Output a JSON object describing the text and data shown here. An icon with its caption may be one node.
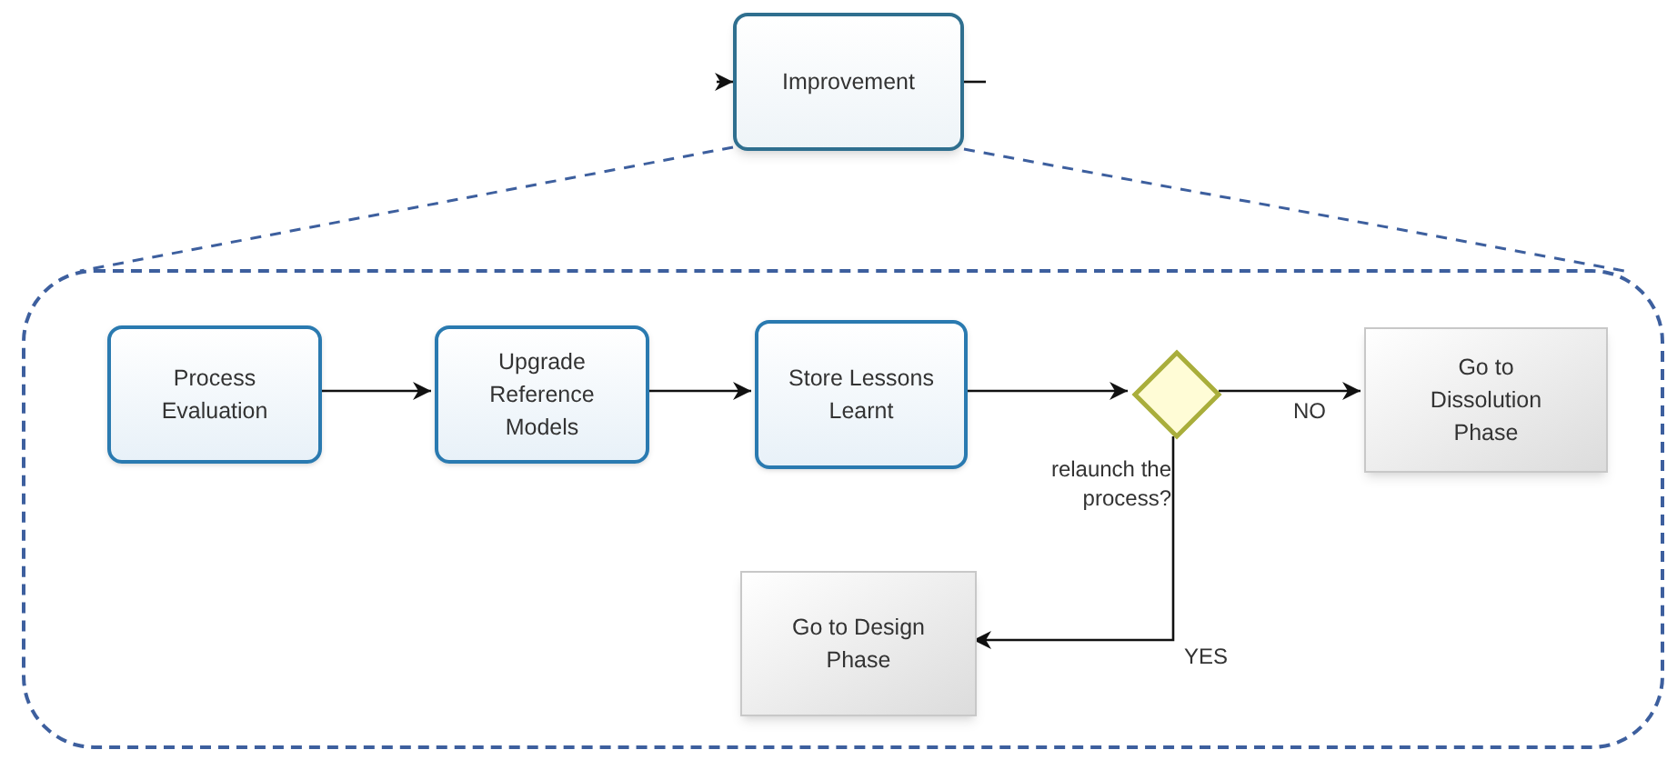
{
  "diagram": {
    "nodes": [
      {
        "text": [
          "Improvement"
        ]
      },
      {
        "text": [],
        "shape": "box"
      },
      {
        "text": [
          "Process Evaluation"
        ],
        "in": 1
      },
      {
        "text": [
          "Upgrade Reference Models"
        ],
        "in": 1
      },
      {
        "text": [
          "Store Lessons Learnt"
        ],
        "in": 1
      },
      {
        "text": [],
        "shape": "diamond",
        "in": 1,
        "beside": [
          "relaunch the process?"
        ]
      },
      {
        "text": [
          "Go to Dissolution Phase"
        ],
        "in": 1
      },
      {
        "text": [
          "Go to Design Phase"
        ],
        "in": 1
      }
    ],
    "edges": [
      {
        "from": null,
        "to": 0,
        "arrow": "to"
      },
      {
        "from": 0,
        "to": null,
        "arrow": "none"
      },
      {
        "from": 0,
        "to": 1,
        "arrow": "none",
        "style": "dashed",
        "color": "#3d5f9e"
      },
      {
        "from": 0,
        "to": 1,
        "arrow": "none",
        "style": "dashed",
        "color": "#3d5f9e"
      },
      {
        "from": 2,
        "to": 3,
        "arrow": "to"
      },
      {
        "from": 3,
        "to": 4,
        "arrow": "to"
      },
      {
        "from": 4,
        "to": 5,
        "arrow": "to"
      },
      {
        "from": 5,
        "to": 6,
        "arrow": "to",
        "label": "NO"
      },
      {
        "from": 5,
        "to": 7,
        "arrow": "to",
        "label": "YES"
      }
    ]
  }
}
